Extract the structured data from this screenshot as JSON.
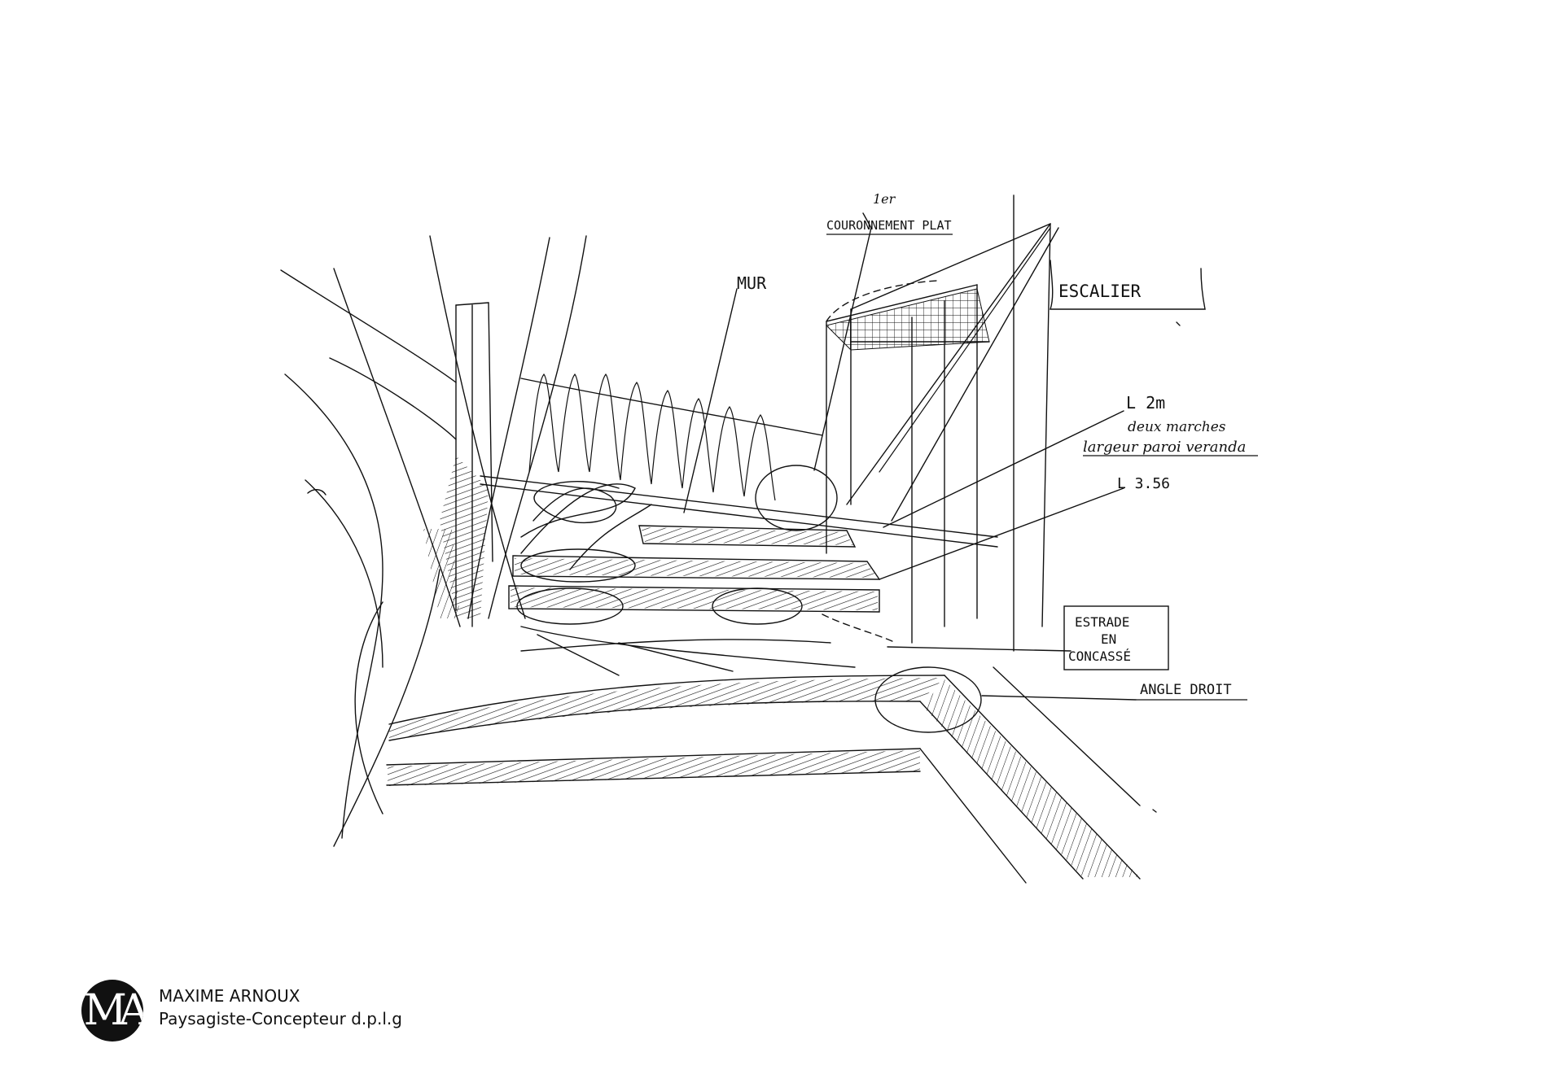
{
  "annotations": {
    "mur": "MUR",
    "couronnement_ordinal": "1er",
    "couronnement": "COURONNEMENT PLAT",
    "escalier": "ESCALIER",
    "l2m": "L 2m",
    "deux_marches": "deux marches",
    "largeur_paroi": "largeur paroi veranda",
    "l356": "L 3.56",
    "estrade_1": "ESTRADE",
    "estrade_2": "EN",
    "estrade_3": "CONCASSÉ",
    "angle_droit": "ANGLE DROIT"
  },
  "footer": {
    "logo_letters": "MA",
    "name": "MAXIME ARNOUX",
    "role": "Paysagiste-Concepteur d.p.l.g"
  }
}
